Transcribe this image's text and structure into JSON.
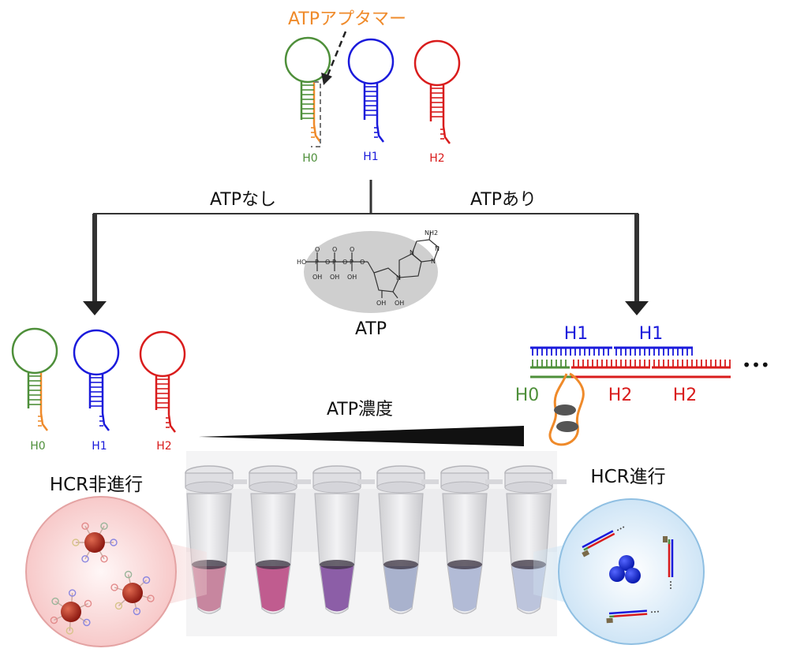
{
  "top": {
    "aptamer_label": "ATPアプタマー",
    "hairpins": [
      {
        "label": "H0",
        "color": "#4e8f3a"
      },
      {
        "label": "H1",
        "color": "#1a1adb"
      },
      {
        "label": "H2",
        "color": "#d91c1c"
      }
    ]
  },
  "branches": {
    "no_atp": "ATPなし",
    "with_atp": "ATPあり"
  },
  "atp_molecule": {
    "caption": "ATP",
    "group_labels": {
      "nh2": "NH2",
      "ho": "HO",
      "p": "P",
      "o": "O",
      "oh": "OH",
      "n": "N"
    }
  },
  "left_hairpins": [
    {
      "label": "H0",
      "color": "#4e8f3a"
    },
    {
      "label": "H1",
      "color": "#1a1adb"
    },
    {
      "label": "H2",
      "color": "#d91c1c"
    }
  ],
  "right_assembly": {
    "h1_labels": [
      "H1",
      "H1"
    ],
    "h0_label": "H0",
    "h2_labels": [
      "H2",
      "H2"
    ],
    "ellipsis": "•••"
  },
  "concentration_label": "ATP濃度",
  "left_state": "HCR非進行",
  "right_state": "HCR進行",
  "tubes": {
    "count": 6,
    "liquid_colors": [
      "#c7869f",
      "#c05c8f",
      "#8c5ea7",
      "#a9b2cd",
      "#b2bbd6",
      "#bcc4dc"
    ]
  },
  "colors": {
    "aptamer": "#ef8a2a",
    "h0": "#4e8f3a",
    "h1": "#1a1adb",
    "h2": "#d91c1c",
    "particle": "#b5281c",
    "inset_left_bg": "#f6d3d3",
    "inset_right_bg": "#dcecf7"
  }
}
